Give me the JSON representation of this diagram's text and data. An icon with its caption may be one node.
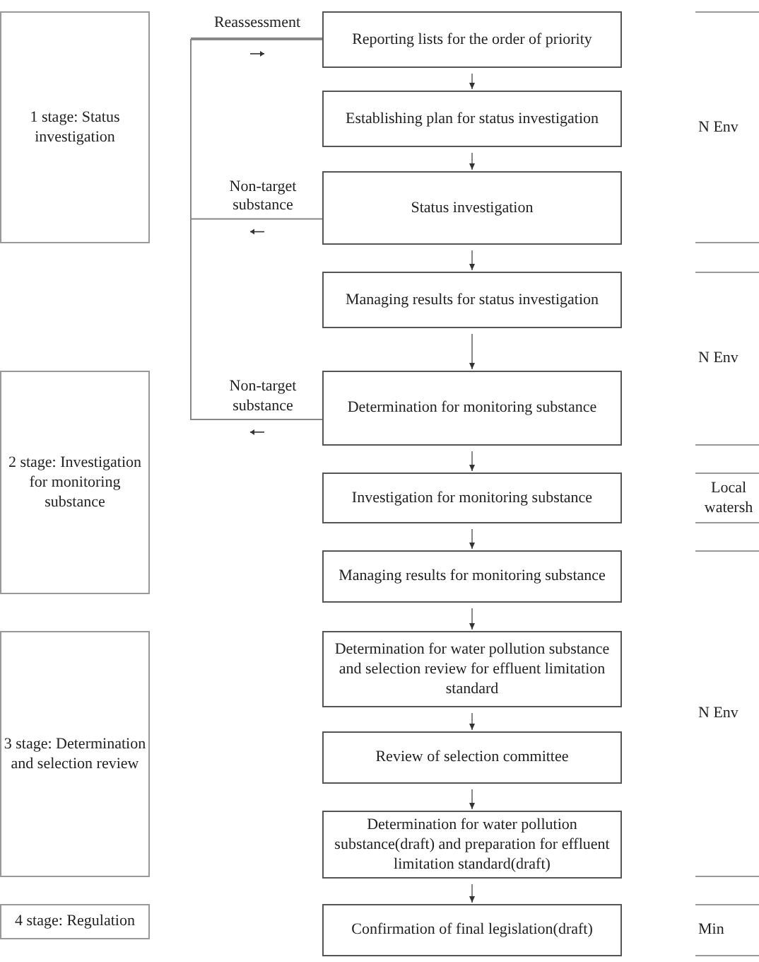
{
  "diagram": {
    "nodes": [
      {
        "text": [
          "1 stage: Status investigation"
        ]
      },
      {
        "text": [
          "2 stage: Investigation for monitoring substance"
        ]
      },
      {
        "text": [
          "3 stage: Determination and selection review"
        ]
      },
      {
        "text": [
          "4 stage: Regulation"
        ]
      },
      {
        "text": [
          "Reporting lists for the order of priority"
        ]
      },
      {
        "text": [
          "Establishing plan for status investigation"
        ]
      },
      {
        "text": [
          "Status investigation"
        ]
      },
      {
        "text": [
          "Managing results for status investigation"
        ]
      },
      {
        "text": [
          "Determination for monitoring substance"
        ]
      },
      {
        "text": [
          "Investigation for monitoring substance"
        ]
      },
      {
        "text": [
          "Managing results for monitoring substance"
        ]
      },
      {
        "text": [
          "Determination for water pollution substance and selection review for effluent limitation standard"
        ]
      },
      {
        "text": [
          "Review of selection committee"
        ]
      },
      {
        "text": [
          "Determination for water pollution substance(draft) and preparation for effluent limitation standard(draft)"
        ]
      },
      {
        "text": [
          "Confirmation of final legislation(draft)"
        ]
      },
      {
        "text": [
          "N Env"
        ]
      },
      {
        "text": [
          "N Env"
        ]
      },
      {
        "text": [
          "Local watersh"
        ]
      },
      {
        "text": [
          "N Env"
        ]
      },
      {
        "text": [
          "Min"
        ]
      }
    ],
    "edges": [
      {
        "from": 4,
        "to": 5,
        "arrow": "to"
      },
      {
        "from": 5,
        "to": 6,
        "arrow": "to"
      },
      {
        "from": 6,
        "to": 7,
        "arrow": "to"
      },
      {
        "from": 7,
        "to": 8,
        "arrow": "to"
      },
      {
        "from": 8,
        "to": 9,
        "arrow": "to"
      },
      {
        "from": 9,
        "to": 10,
        "arrow": "to"
      },
      {
        "from": 10,
        "to": 11,
        "arrow": "to"
      },
      {
        "from": 11,
        "to": 12,
        "arrow": "to"
      },
      {
        "from": 12,
        "to": 13,
        "arrow": "to"
      },
      {
        "from": 13,
        "to": 14,
        "arrow": "to"
      },
      {
        "from": 6,
        "to": 4,
        "arrow": "none",
        "label": "Non-target substance"
      },
      {
        "from": 8,
        "to": 4,
        "arrow": "none",
        "label": "Non-target substance"
      }
    ],
    "labels": [
      "Reassessment"
    ]
  }
}
